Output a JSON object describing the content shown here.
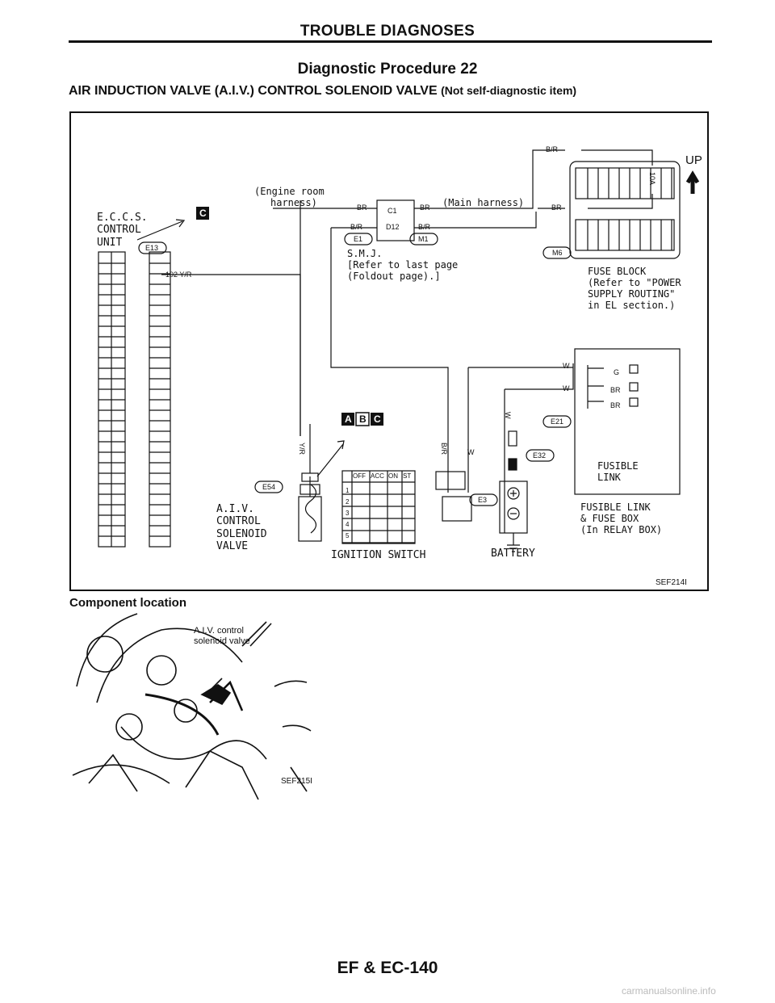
{
  "header": {
    "section": "TROUBLE DIAGNOSES"
  },
  "procedure": {
    "title": "Diagnostic Procedure 22",
    "subtitle": "AIR INDUCTION VALVE (A.I.V.) CONTROL SOLENOID VALVE",
    "subtitle_note": "(Not self-diagnostic item)"
  },
  "diagram": {
    "eccs_label": [
      "E.C.C.S.",
      "CONTROL",
      "UNIT"
    ],
    "connector_e13": "E13",
    "pin_label": "102 Y/R",
    "engine_harness": [
      "(Engine room",
      "harness)"
    ],
    "main_harness": "(Main harness)",
    "wire_br": "BR",
    "wire_br_r": "B/R",
    "wire_w": "W",
    "wire_g": "G",
    "wire_yr": "Y/R",
    "connector_c1": "C1",
    "connector_d12": "D12",
    "connector_e1": "E1",
    "connector_m1": "M1",
    "connector_m6": "M6",
    "connector_e54": "E54",
    "connector_e21": "E21",
    "connector_e32": "E32",
    "connector_e3": "E3",
    "smj_label": [
      "S.M.J.",
      "[Refer to last page",
      "(Foldout page).]"
    ],
    "up_label": "UP",
    "fuse_10a": "10A",
    "fuse_block_label": [
      "FUSE BLOCK",
      "(Refer to \"POWER",
      "SUPPLY ROUTING\"",
      "in EL section.)"
    ],
    "fusible_link": [
      "FUSIBLE",
      "LINK"
    ],
    "fusible_link_box": [
      "FUSIBLE LINK",
      "& FUSE BOX",
      "(In RELAY BOX)"
    ],
    "aiv_label": [
      "A.I.V.",
      "CONTROL",
      "SOLENOID",
      "VALVE"
    ],
    "ignition_label": "IGNITION SWITCH",
    "ignition_cols": [
      "OFF",
      "ACC",
      "ON",
      "ST"
    ],
    "ignition_rows": [
      "1",
      "2",
      "3",
      "4",
      "5"
    ],
    "battery_label": "BATTERY",
    "abc": [
      "A",
      "B",
      "C"
    ],
    "c_badge": "C",
    "figure_code": "SEF214I"
  },
  "component": {
    "heading": "Component location",
    "callout": [
      "A.I.V. control",
      "solenoid valve"
    ],
    "figure_code": "SEF215I"
  },
  "footer": {
    "page": "EF & EC-140"
  },
  "watermark": "carmanualsonline.info"
}
